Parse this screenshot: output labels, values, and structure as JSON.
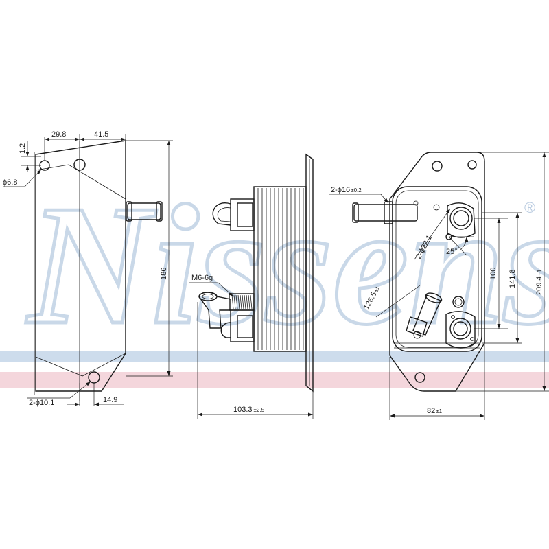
{
  "watermark": {
    "brand": "Nissens",
    "registered_mark": "®",
    "blue_band_color": "#cddcec",
    "red_band_color": "#f4d6dc"
  },
  "dimensions": {
    "left_view": {
      "hole_offset_top": "1.2",
      "hole_spacing_left": "29.8",
      "hole_spacing_right": "41.5",
      "hole_diameter": "ϕ6.8",
      "height": "186",
      "bottom_hole": "2-ϕ10.1",
      "bottom_offset": "14.9"
    },
    "side_view": {
      "thread": "M6-6g",
      "depth_main": "103.3",
      "depth_tol": "±2.5"
    },
    "right_view": {
      "pipe_main": "2-ϕ16",
      "pipe_tol": "±0.2",
      "port_diameter": "2-ϕ22.1",
      "angle": "25°",
      "center_dist_main": "126.5",
      "center_dist_tol": "±1",
      "port_spacing": "100",
      "height_inner": "141.8",
      "height_total_main": "209.4",
      "height_total_tol": "±1",
      "width_main": "82",
      "width_tol": "±1"
    }
  }
}
